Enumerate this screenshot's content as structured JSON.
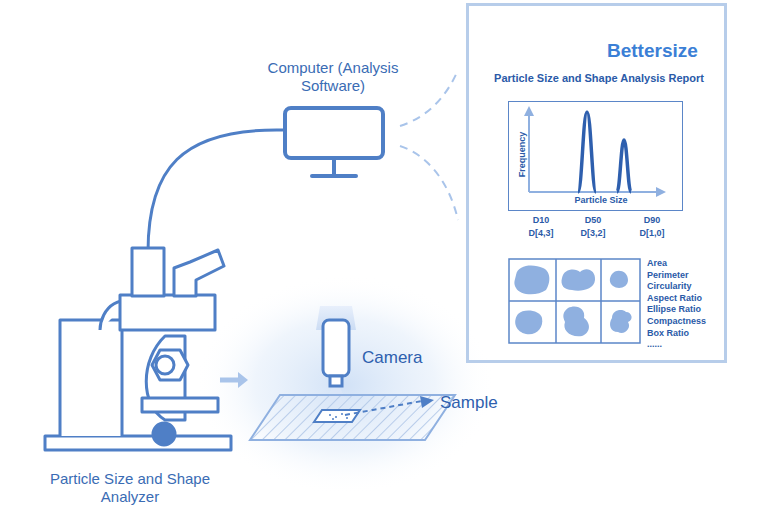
{
  "diagram": {
    "nodes": [
      {
        "text": [
          "Bettersize",
          "Particle Size and Shape Analysis Report"
        ]
      },
      {
        "text": [
          "Frequency",
          "Particle Size"
        ],
        "in": 0
      }
    ],
    "labels": [
      "Computer (Analysis Software)",
      "Particle Size and Shape Analyzer",
      "Camera",
      "Sample",
      "D10",
      "D50",
      "D90",
      "D[4,3]",
      "D[3,2]",
      "D[1,0]",
      "Area",
      "Perimeter",
      "Circularity",
      "Aspect Ratio",
      "Ellipse Ratio",
      "Compactness",
      "Box Ratio",
      "......"
    ]
  }
}
